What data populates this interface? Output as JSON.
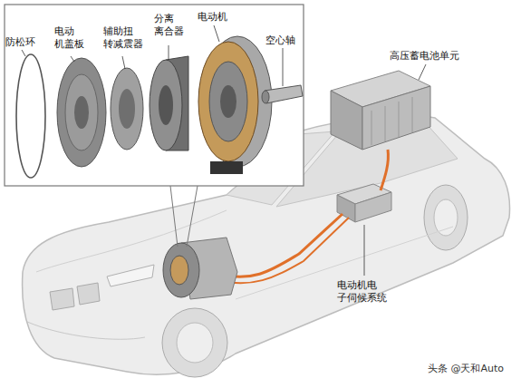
{
  "diagram": {
    "labels": [
      "防松环",
      "电动 机盖板",
      "辅助扭 转减震器",
      "分离 离合器",
      "电动机",
      "空心轴",
      "高压蓄电池单元",
      "电动机电 子伺候系统",
      "头条 @天和Auto"
    ]
  }
}
